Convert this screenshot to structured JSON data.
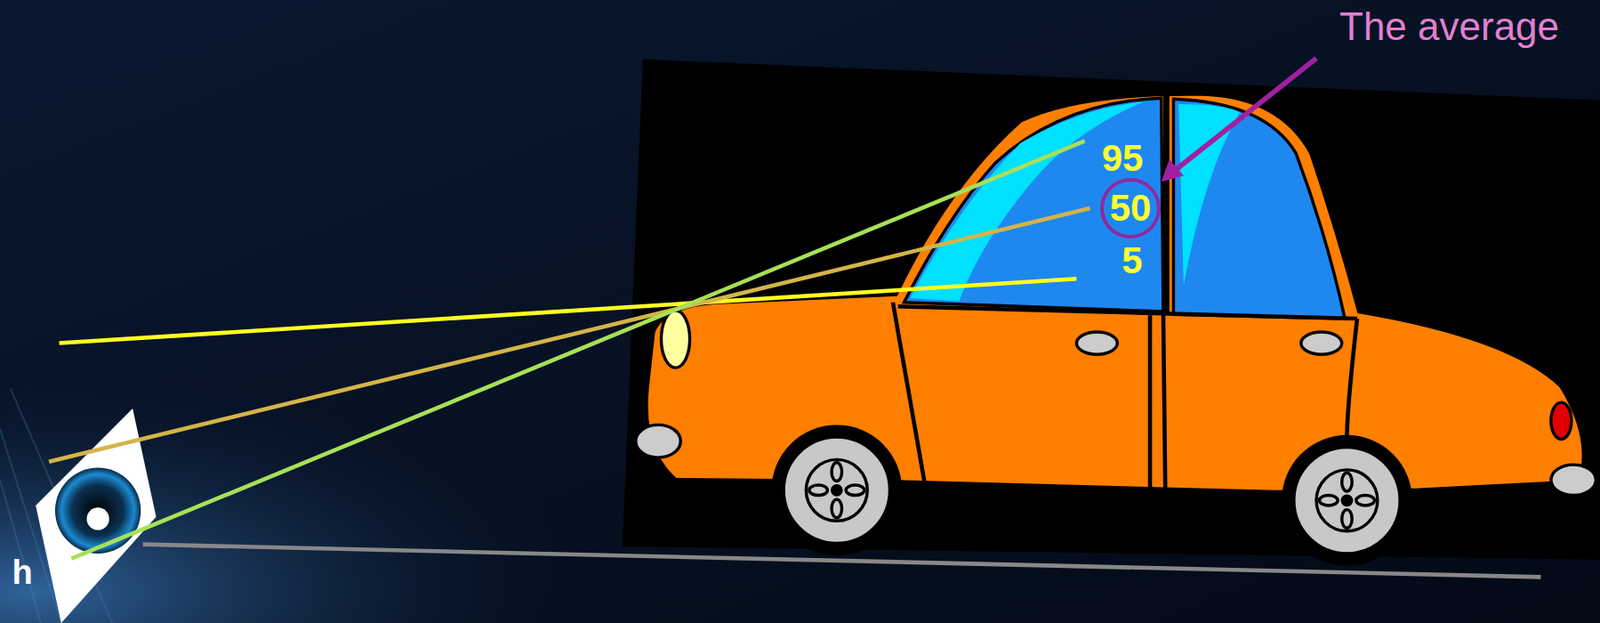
{
  "diagram": {
    "nodes": [
      {
        "text": [
          "50"
        ]
      }
    ],
    "labels": [
      "The average",
      "95",
      "5",
      "h"
    ]
  }
}
